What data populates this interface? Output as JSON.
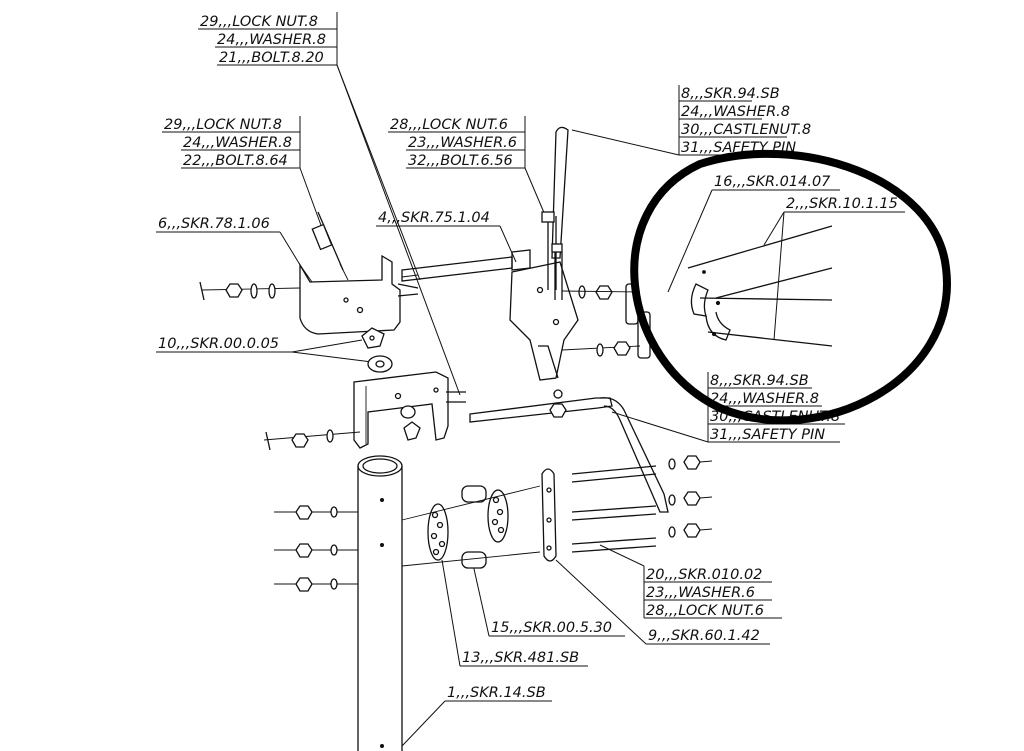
{
  "callouts": [
    {
      "id": "c-topcenter",
      "lines": [
        "29,,,LOCK NUT.8",
        "24,,,WASHER.8",
        "21,,,BOLT.8.20"
      ]
    },
    {
      "id": "c-topleft",
      "lines": [
        "29,,,LOCK NUT.8",
        "24,,,WASHER.8",
        "22,,,BOLT.8.64"
      ]
    },
    {
      "id": "c-center",
      "lines": [
        "28,,,LOCK NUT.6",
        "23,,,WASHER.6",
        "32,,,BOLT.6.56"
      ]
    },
    {
      "id": "c-topright",
      "lines": [
        "8,,,SKR.94.SB",
        "24,,,WASHER.8",
        "30,,,CASTLENUT.8",
        "31,,,SAFETY PIN"
      ]
    },
    {
      "id": "c-skr78",
      "lines": [
        "6,,,SKR.78.1.06"
      ]
    },
    {
      "id": "c-skr75",
      "lines": [
        "4,,,SKR.75.1.04"
      ]
    },
    {
      "id": "c-skr014",
      "lines": [
        "16,,,SKR.014.07"
      ]
    },
    {
      "id": "c-skr10",
      "lines": [
        "2,,,SKR.10.1.15"
      ]
    },
    {
      "id": "c-skr00005",
      "lines": [
        "10,,,SKR.00.0.05"
      ]
    },
    {
      "id": "c-midright",
      "lines": [
        "8,,,SKR.94.SB",
        "24,,,WASHER.8",
        "30,,,CASTLENUT.8",
        "31,,,SAFETY PIN"
      ]
    },
    {
      "id": "c-lowright",
      "lines": [
        "20,,,SKR.010.02",
        "23,,,WASHER.6",
        "28,,,LOCK NUT.6"
      ]
    },
    {
      "id": "c-skr0053",
      "lines": [
        "15,,,SKR.00.5.30"
      ]
    },
    {
      "id": "c-skr601",
      "lines": [
        "9,,,SKR.60.1.42"
      ]
    },
    {
      "id": "c-skr481",
      "lines": [
        "13,,,SKR.481.SB"
      ]
    },
    {
      "id": "c-skr14",
      "lines": [
        "1,,,SKR.14.SB"
      ]
    }
  ]
}
